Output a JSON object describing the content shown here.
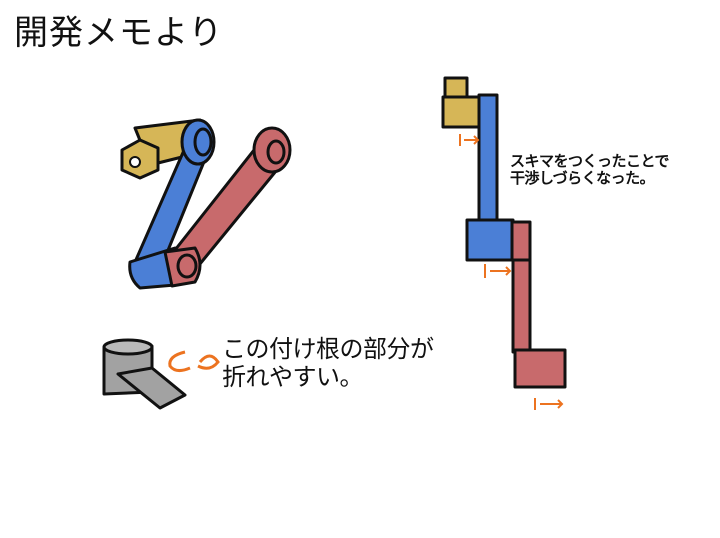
{
  "title": "開発メモより",
  "notes": {
    "gap": {
      "line1": "スキマをつくったことで",
      "line2": "干渉しづらくなった。"
    },
    "joint": {
      "line1": "この付け根の部分が",
      "line2": "折れやすい。"
    }
  },
  "colors": {
    "yellow": "#d6b657",
    "blue": "#4b7fd6",
    "red": "#c86a6c",
    "gray": "#a2a2a2",
    "orange": "#ec7320"
  }
}
